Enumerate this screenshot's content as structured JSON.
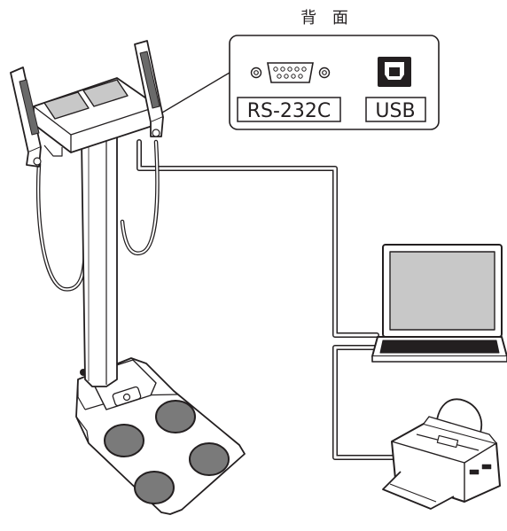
{
  "rear_panel": {
    "title": "背 面",
    "serial_port_label": "RS-232C",
    "usb_port_label": "USB"
  },
  "devices": {
    "body_composition_analyzer": "body-composition-scale",
    "computer": "laptop",
    "printer": "inkjet-printer"
  },
  "colors": {
    "line": "#231f20",
    "screen": "#c8c8c8",
    "foot_electrode": "#7a7a7a",
    "panel_fill": "#ffffff"
  }
}
